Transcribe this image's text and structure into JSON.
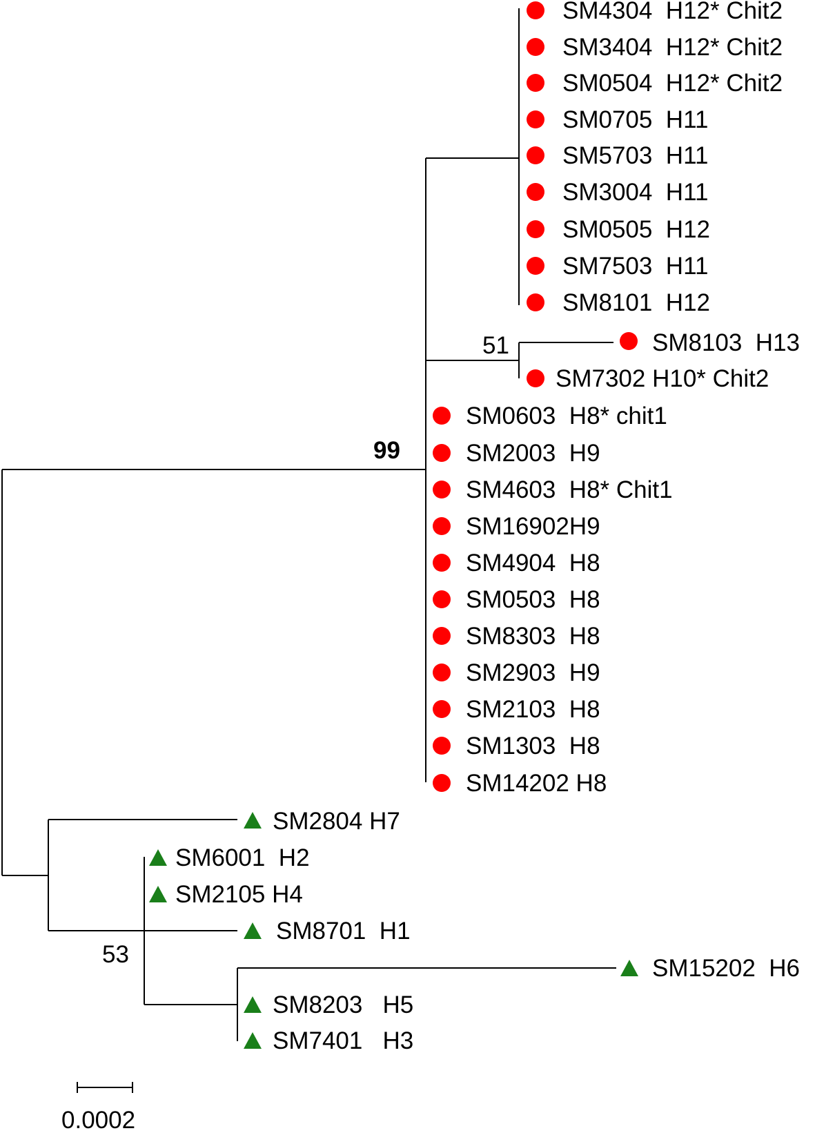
{
  "colors": {
    "group_red": "#ff0000",
    "group_green": "#1a7f1a"
  },
  "markers": {
    "red": "red-circle",
    "green": "green-triangle"
  },
  "leaves": [
    {
      "label": "SM4304  H12* Chit2",
      "marker": "red"
    },
    {
      "label": "SM3404  H12* Chit2",
      "marker": "red"
    },
    {
      "label": "SM0504  H12* Chit2",
      "marker": "red"
    },
    {
      "label": "SM0705  H11",
      "marker": "red"
    },
    {
      "label": "SM5703  H11",
      "marker": "red"
    },
    {
      "label": "SM3004  H11",
      "marker": "red"
    },
    {
      "label": "SM0505  H12",
      "marker": "red"
    },
    {
      "label": "SM7503  H11",
      "marker": "red"
    },
    {
      "label": "SM8101  H12",
      "marker": "red"
    },
    {
      "label": "SM8103  H13",
      "marker": "red"
    },
    {
      "label": "SM7302 H10* Chit2",
      "marker": "red"
    },
    {
      "label": "SM0603  H8* chit1",
      "marker": "red"
    },
    {
      "label": "SM2003  H9",
      "marker": "red"
    },
    {
      "label": "SM4603  H8* Chit1",
      "marker": "red"
    },
    {
      "label": "SM16902H9",
      "marker": "red"
    },
    {
      "label": "SM4904  H8",
      "marker": "red"
    },
    {
      "label": "SM0503  H8",
      "marker": "red"
    },
    {
      "label": "SM8303  H8",
      "marker": "red"
    },
    {
      "label": "SM2903  H9",
      "marker": "red"
    },
    {
      "label": "SM2103  H8",
      "marker": "red"
    },
    {
      "label": "SM1303  H8",
      "marker": "red"
    },
    {
      "label": "SM14202 H8",
      "marker": "red"
    },
    {
      "label": "SM2804 H7",
      "marker": "green"
    },
    {
      "label": "SM6001  H2",
      "marker": "green"
    },
    {
      "label": "SM2105 H4",
      "marker": "green"
    },
    {
      "label": "SM8701  H1",
      "marker": "green"
    },
    {
      "label": "SM15202  H6",
      "marker": "green"
    },
    {
      "label": "SM8203   H5",
      "marker": "green"
    },
    {
      "label": "SM7401   H3",
      "marker": "green"
    }
  ],
  "support_values": {
    "main_node": "99",
    "sub_node_h13": "51",
    "sub_node_green": "53"
  },
  "scale_bar": {
    "label": "0.0002"
  }
}
